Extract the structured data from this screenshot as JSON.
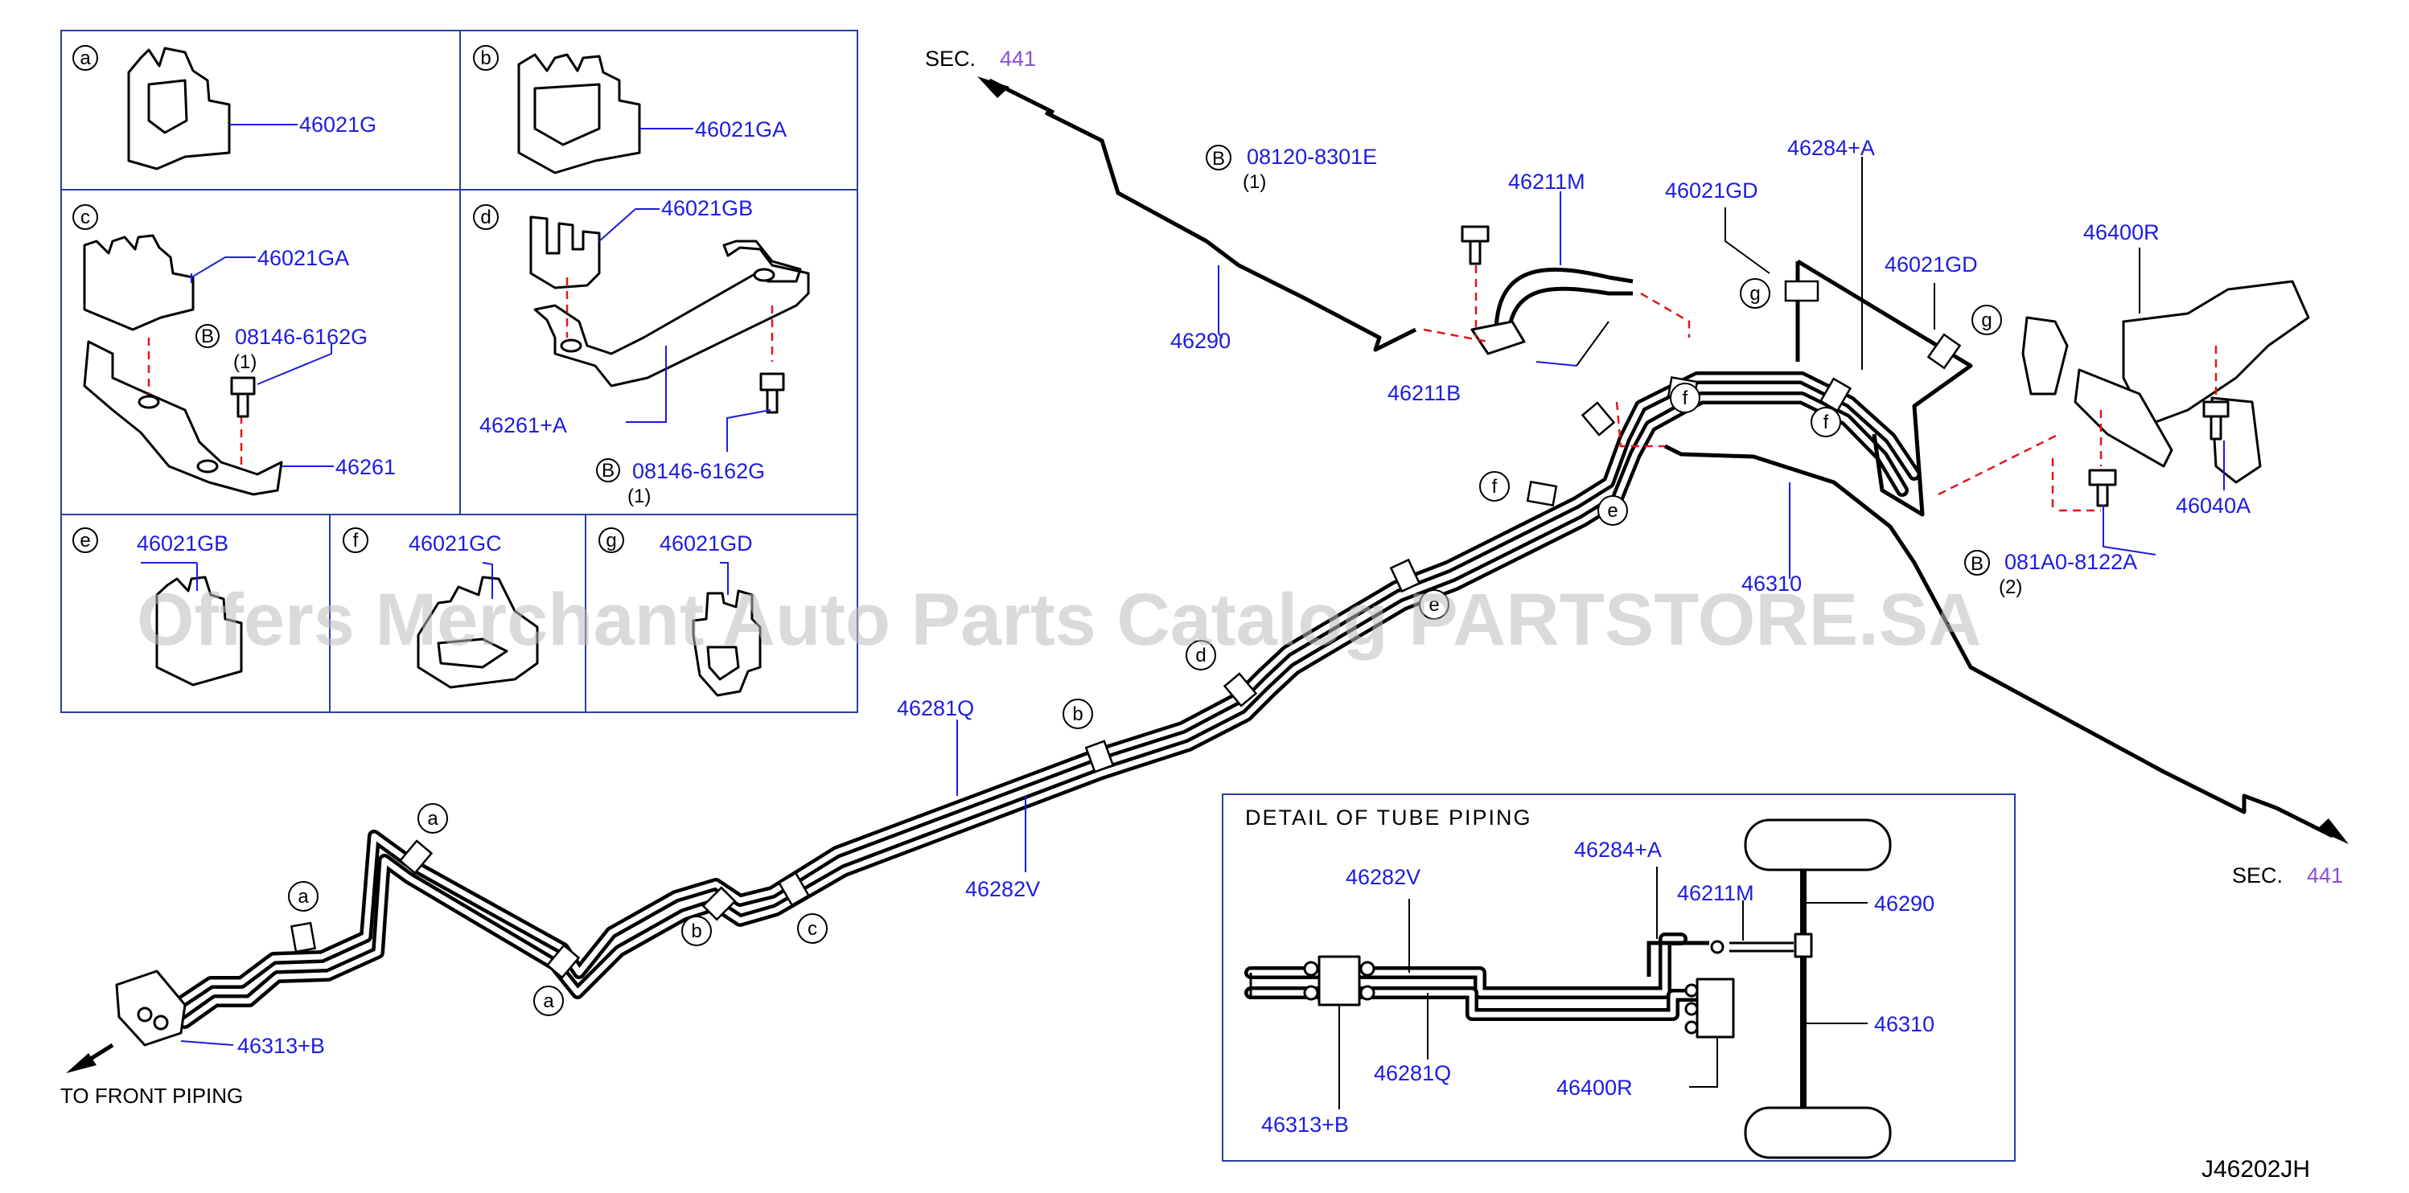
{
  "diagram_code": "J46202JH",
  "watermark": "Offers Merchant Auto Parts Catalog PARTSTORE.SA",
  "sections": {
    "top_left": {
      "prefix": "SEC.",
      "number": "441"
    },
    "bottom_right": {
      "prefix": "SEC.",
      "number": "441"
    }
  },
  "to_front_piping": "TO  FRONT  PIPING",
  "detail_title": "DETAIL  OF  TUBE  PIPING",
  "bolt_marker": "B",
  "inset_panels": [
    {
      "letter": "a",
      "parts": [
        "46021G"
      ]
    },
    {
      "letter": "b",
      "parts": [
        "46021GA"
      ]
    },
    {
      "letter": "c",
      "parts": [
        "46021GA",
        "08146-6162G",
        "46261"
      ],
      "qty": "(1)"
    },
    {
      "letter": "d",
      "parts": [
        "46021GB",
        "46261+A",
        "08146-6162G"
      ],
      "qty": "(1)"
    },
    {
      "letter": "e",
      "parts": [
        "46021GB"
      ]
    },
    {
      "letter": "f",
      "parts": [
        "46021GC"
      ]
    },
    {
      "letter": "g",
      "parts": [
        "46021GD"
      ]
    }
  ],
  "main_labels": {
    "bolt_top": "08120-8301E",
    "bolt_top_qty": "(1)",
    "hose": "46211M",
    "hose_clip": "46211B",
    "rear_tube": "46290",
    "bracket_top": "46284+A",
    "clip_gd_1": "46021GD",
    "clip_gd_2": "46021GD",
    "valve": "46400R",
    "valve_bolt": "46040A",
    "valve_bolt_b": "081A0-8122A",
    "valve_bolt_b_qty": "(2)",
    "tube_46310": "46310",
    "tube_q": "46281Q",
    "tube_v": "46282V",
    "connector": "46313+B"
  },
  "circle_letters": {
    "a": "a",
    "b": "b",
    "c": "c",
    "d": "d",
    "e": "e",
    "f": "f",
    "g": "g"
  },
  "detail_labels": {
    "v": "46282V",
    "bracket": "46284+A",
    "hose": "46211M",
    "rear": "46290",
    "rear2": "46310",
    "q": "46281Q",
    "valve": "46400R",
    "conn": "46313+B"
  }
}
